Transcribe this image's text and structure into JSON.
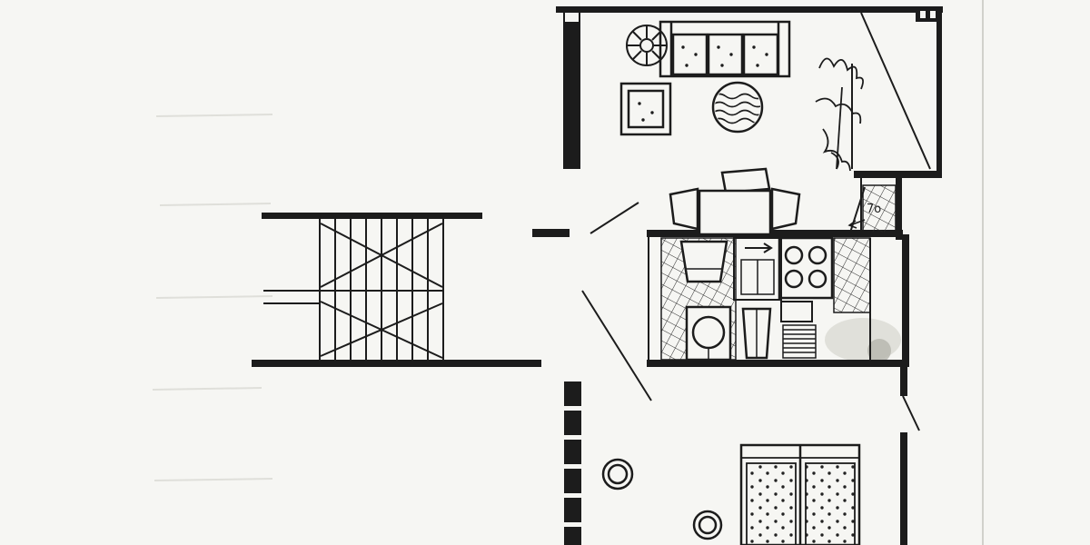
{
  "colors": {
    "ink": "#1c1c1c",
    "paper": "#f6f6f3",
    "smudge_light": "#cdcdc5",
    "smudge_dark": "#b5b5ac"
  },
  "annotations": {
    "door_label": "7o"
  },
  "plan_symbols": [
    "staircase",
    "hallway",
    "living-room",
    "kitchen",
    "bathroom",
    "bedroom",
    "sofa",
    "armchair",
    "potted-plant",
    "round-rug",
    "houseplant",
    "dining-set",
    "prep-table",
    "washbasin",
    "sink-arrow",
    "stove-burners",
    "oven",
    "radiator",
    "trash-bin",
    "tiled-floor",
    "bed",
    "stool",
    "door-swing",
    "balcony-door",
    "window",
    "wall",
    "door-hinge-block"
  ]
}
